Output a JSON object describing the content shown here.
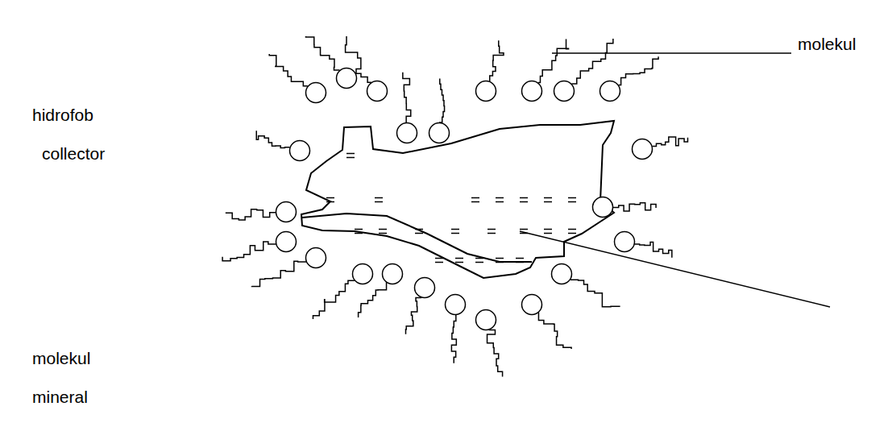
{
  "diagram": {
    "labels": [
      "molekul",
      "hidrofob",
      "collector",
      "molekul",
      "mineral"
    ]
  }
}
